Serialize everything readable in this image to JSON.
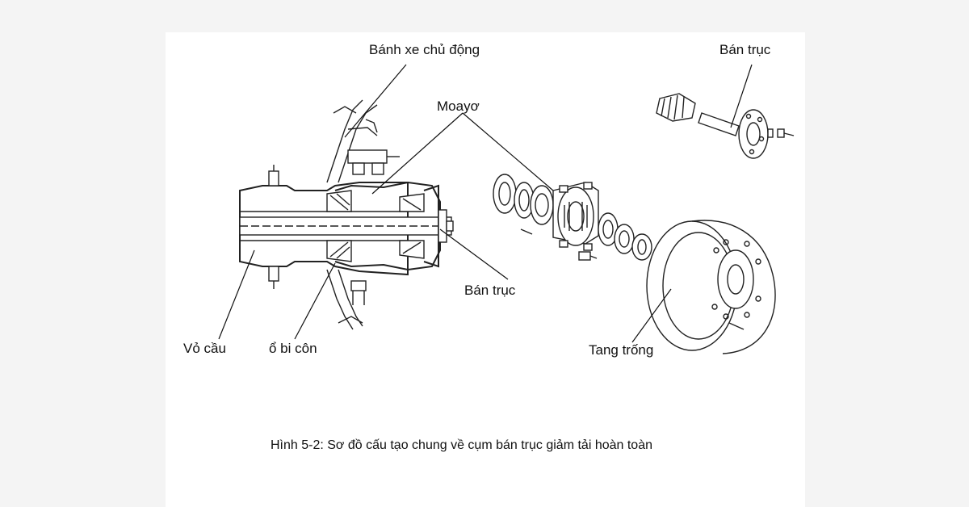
{
  "labels": {
    "driving_wheel": "Bánh xe chủ động",
    "hub": "Moayơ",
    "axle_shaft_exploded": "Bán trục",
    "axle_shaft_section": "Bán trục",
    "housing": "Vỏ cầu",
    "tapered_bearing": "ổ bi côn",
    "brake_drum": "Tang trống"
  },
  "caption": "Hình 5-2: Sơ đồ cấu tạo chung về cụm bán trục giảm tải hoàn toàn"
}
